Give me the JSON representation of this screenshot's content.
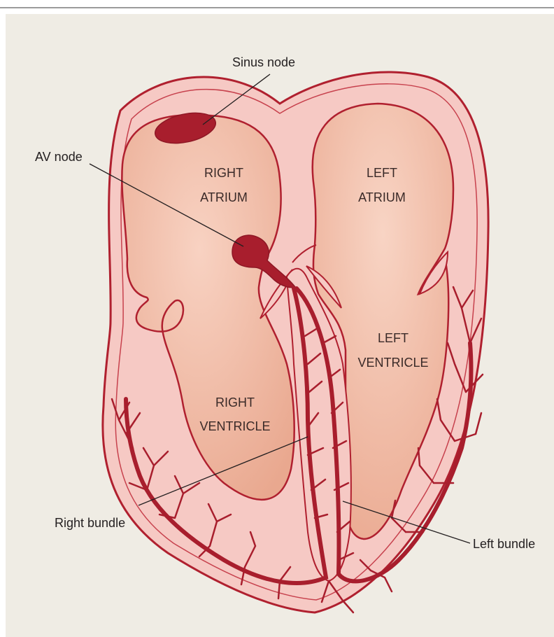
{
  "labels": {
    "sinus_node": "Sinus node",
    "av_node": "AV node",
    "right_bundle": "Right bundle",
    "left_bundle": "Left bundle"
  },
  "chambers": {
    "right_atrium": [
      "RIGHT",
      "ATRIUM"
    ],
    "left_atrium": [
      "LEFT",
      "ATRIUM"
    ],
    "left_ventricle": [
      "LEFT",
      "VENTRICLE"
    ],
    "right_ventricle": [
      "RIGHT",
      "VENTRICLE"
    ]
  },
  "colors": {
    "panel_background": "#efece4",
    "heart_wall": "#f6c9c4",
    "outline": "#b0202f",
    "chamber_fill": "#eeb09a",
    "conduction": "#a81e2d",
    "label_text": "#231f20"
  }
}
